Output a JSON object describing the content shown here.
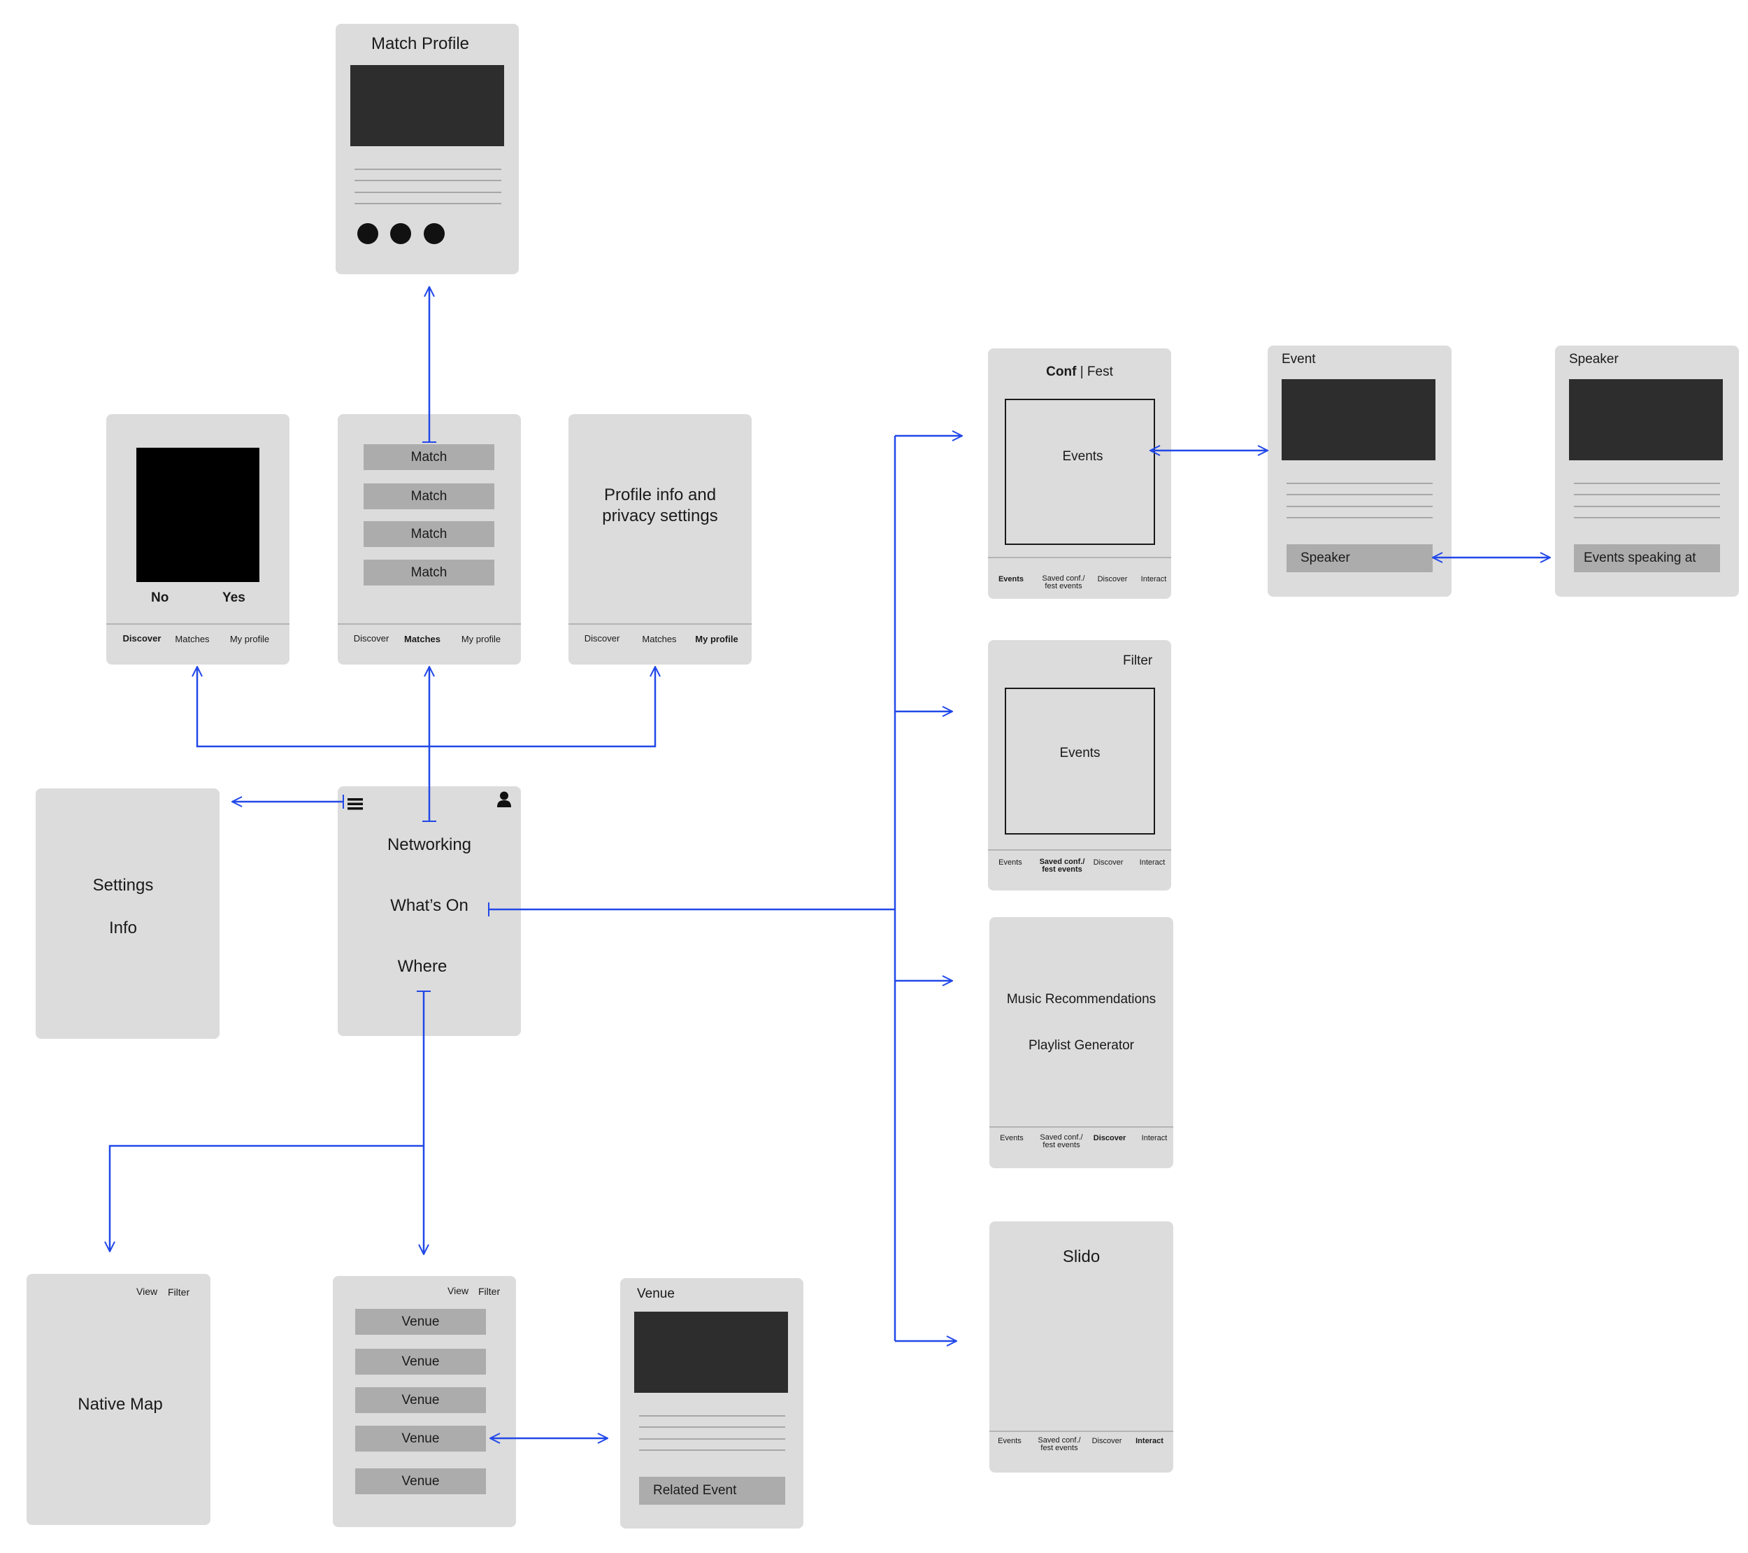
{
  "colors": {
    "card": "#dcdcdc",
    "connector": "#2148e8",
    "placeholder": "#2d2d2d",
    "button": "#acacac"
  },
  "match_profile": {
    "title": "Match Profile"
  },
  "discover": {
    "no": "No",
    "yes": "Yes"
  },
  "matches": {
    "items": [
      "Match",
      "Match",
      "Match",
      "Match"
    ]
  },
  "profile": {
    "line1": "Profile info and",
    "line2": "privacy settings"
  },
  "nav3": {
    "discover": "Discover",
    "matches": "Matches",
    "my_profile": "My profile"
  },
  "settings": {
    "item1": "Settings",
    "item2": "Info"
  },
  "home": {
    "menu_icon": "hamburger-menu-icon",
    "user_icon": "user-icon",
    "networking": "Networking",
    "whats_on": "What’s On",
    "where": "Where"
  },
  "conf": {
    "conf": "Conf",
    "sep": "|",
    "fest": "Fest",
    "events": "Events"
  },
  "filter_screen": {
    "filter": "Filter",
    "events": "Events"
  },
  "nav4": {
    "events": "Events",
    "saved_line1": "Saved conf./",
    "saved_line2": "fest events",
    "discover": "Discover",
    "interact": "Interact"
  },
  "event": {
    "title": "Event",
    "speaker_button": "Speaker"
  },
  "speaker": {
    "title": "Speaker",
    "events_button": "Events speaking at"
  },
  "music": {
    "item1": "Music Recommendations",
    "item2": "Playlist Generator"
  },
  "slido": {
    "title": "Slido"
  },
  "map": {
    "view": "View",
    "filter": "Filter",
    "title": "Native Map"
  },
  "venues": {
    "view": "View",
    "filter": "Filter",
    "items": [
      "Venue",
      "Venue",
      "Venue",
      "Venue",
      "Venue"
    ]
  },
  "venue_detail": {
    "title": "Venue",
    "related": "Related Event"
  }
}
